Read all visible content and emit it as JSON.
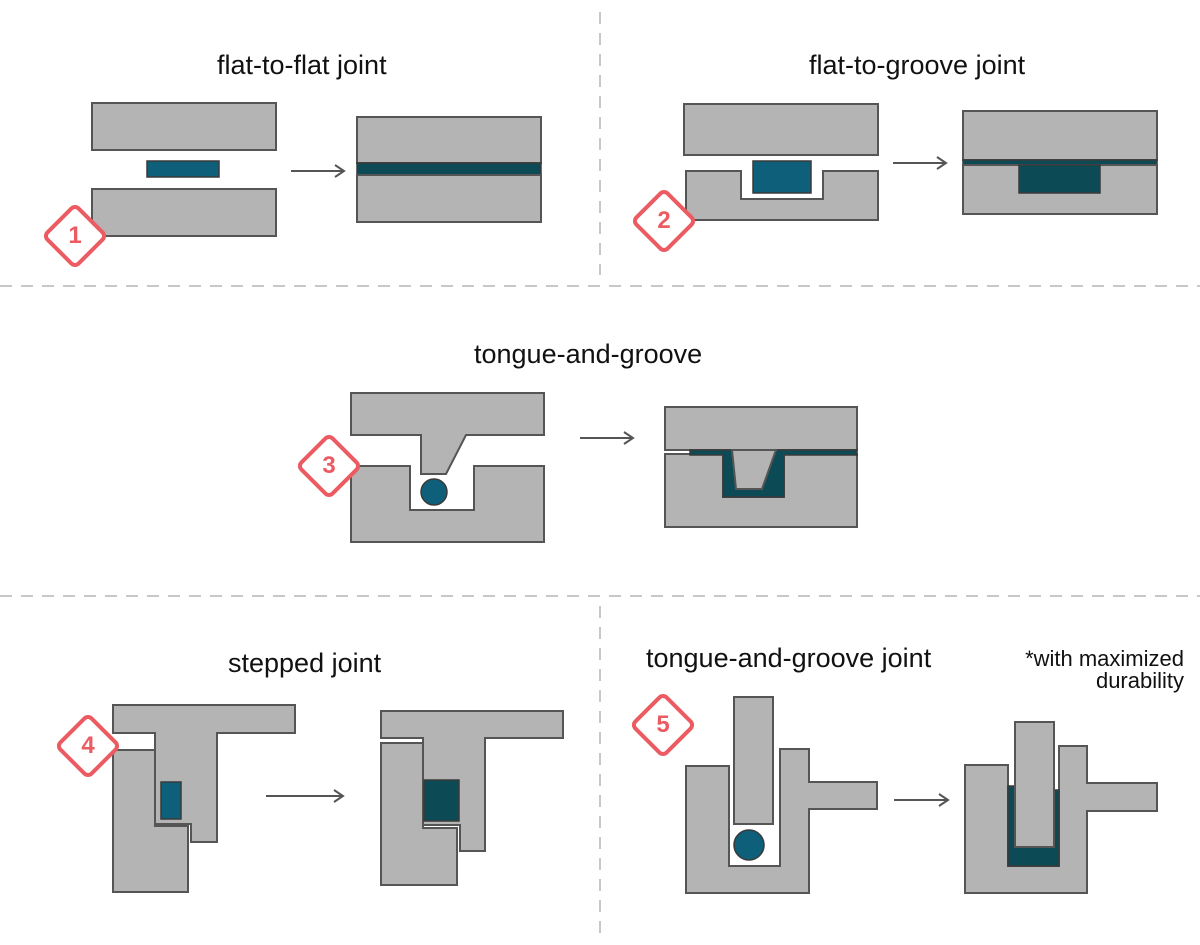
{
  "colors": {
    "part_fill": "#b4b4b4",
    "part_stroke": "#555555",
    "seal_blue": "#0e5f7a",
    "seal_compressed": "#0c4a56",
    "badge_red": "#ec5a62",
    "divider": "#c8c8c8"
  },
  "panels": [
    {
      "id": "flat-to-flat",
      "title": "flat-to-flat joint",
      "badge": "1"
    },
    {
      "id": "flat-to-groove",
      "title": "flat-to-groove joint",
      "badge": "2"
    },
    {
      "id": "tongue-and-groove",
      "title": "tongue-and-groove",
      "badge": "3"
    },
    {
      "id": "stepped",
      "title": "stepped joint",
      "badge": "4"
    },
    {
      "id": "tongue-and-groove-max",
      "title": "tongue-and-groove joint",
      "note_line1": "*with maximized",
      "note_line2": "durability",
      "badge": "5"
    }
  ]
}
